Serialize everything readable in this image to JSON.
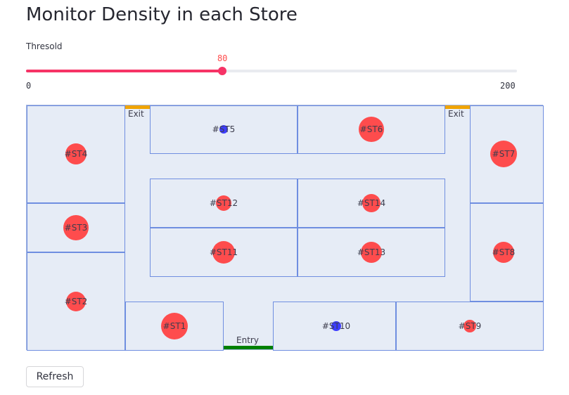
{
  "page": {
    "title": "Monitor Density in each Store"
  },
  "slider": {
    "label": "Thresold",
    "value": 80,
    "min": 0,
    "max": 200,
    "value_text": "80",
    "min_text": "0",
    "max_text": "200"
  },
  "map": {
    "exits": [
      "Exit",
      "Exit"
    ],
    "entry": "Entry",
    "stores": [
      {
        "id": "#ST1",
        "status": "red"
      },
      {
        "id": "#ST2",
        "status": "red"
      },
      {
        "id": "#ST3",
        "status": "red"
      },
      {
        "id": "#ST4",
        "status": "red"
      },
      {
        "id": "#ST5",
        "status": "blue"
      },
      {
        "id": "#ST6",
        "status": "red"
      },
      {
        "id": "#ST7",
        "status": "red"
      },
      {
        "id": "#ST8",
        "status": "red"
      },
      {
        "id": "#ST9",
        "status": "red"
      },
      {
        "id": "#ST10",
        "status": "blue"
      },
      {
        "id": "#ST11",
        "status": "red"
      },
      {
        "id": "#ST12",
        "status": "red"
      },
      {
        "id": "#ST13",
        "status": "red"
      },
      {
        "id": "#ST14",
        "status": "red"
      }
    ]
  },
  "colors": {
    "above_threshold": "#ff4343",
    "below_threshold": "#3d3dff",
    "exit": "#f0a400",
    "entry": "#008000",
    "accent": "#f63366"
  },
  "buttons": {
    "refresh": "Refresh"
  }
}
